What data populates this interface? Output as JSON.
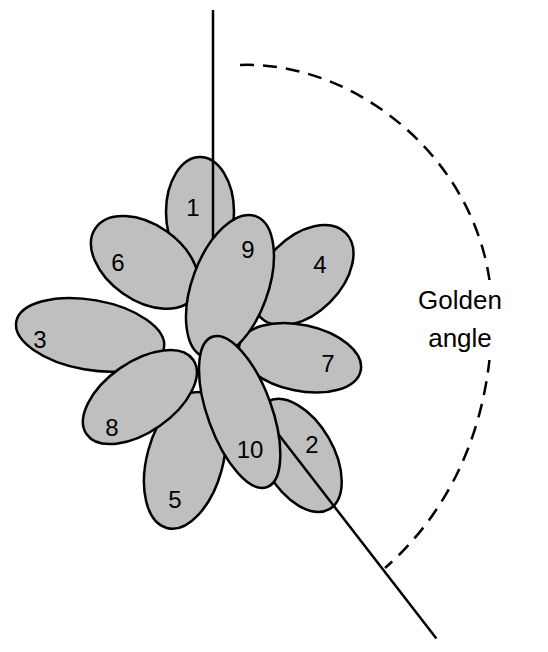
{
  "diagram": {
    "nodes": [
      {
        "text": [
          "1"
        ]
      },
      {
        "text": [
          "2"
        ]
      },
      {
        "text": [
          "3"
        ]
      },
      {
        "text": [
          "4"
        ]
      },
      {
        "text": [
          "5"
        ]
      },
      {
        "text": [
          "6"
        ]
      },
      {
        "text": [
          "7"
        ]
      },
      {
        "text": [
          "8"
        ]
      },
      {
        "text": [
          "9"
        ]
      },
      {
        "text": [
          "10"
        ]
      }
    ],
    "labels": [
      "Golden angle"
    ]
  }
}
